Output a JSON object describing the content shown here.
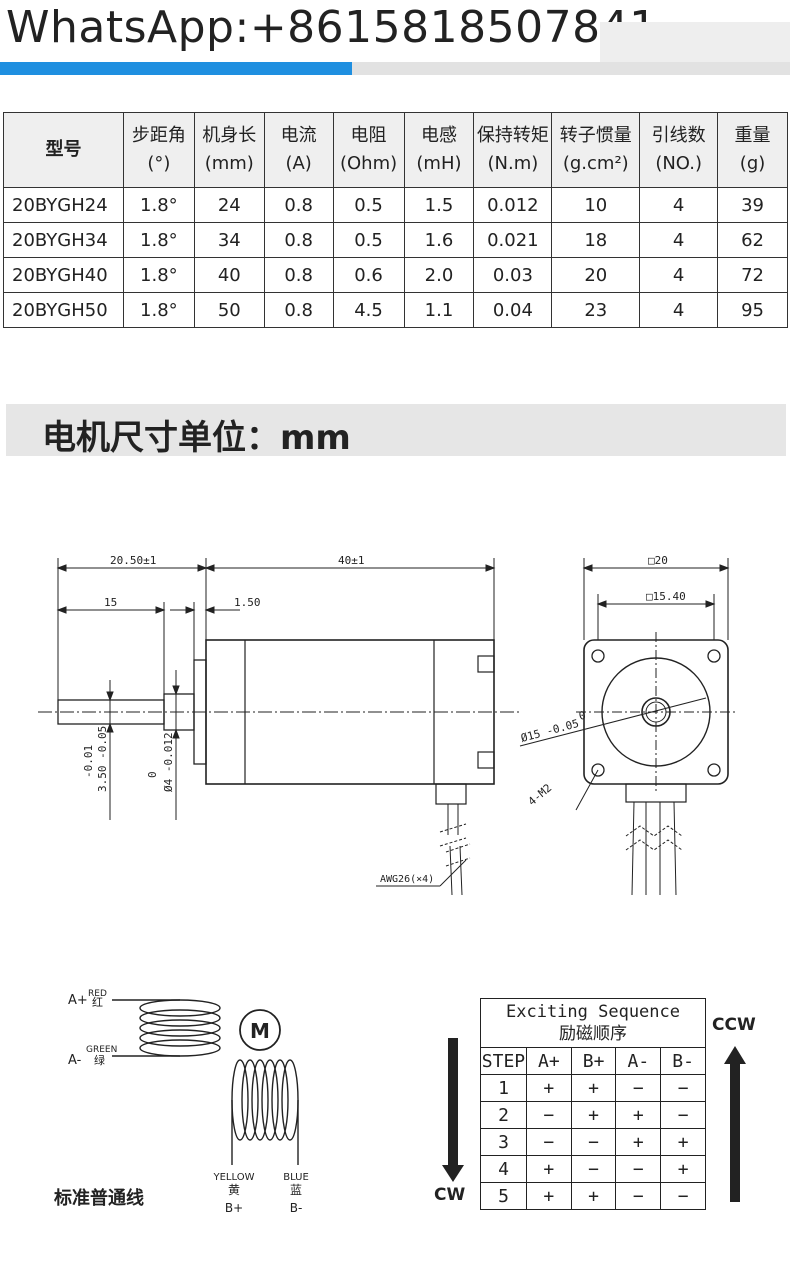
{
  "header": {
    "title": "WhatsApp:+8615818507841",
    "colors": {
      "accent": "#1f8fe0",
      "bar_gray": "#e2e2e2"
    }
  },
  "specs": {
    "columns": [
      {
        "name": "型号",
        "unit": ""
      },
      {
        "name": "步距角",
        "unit": "(°)"
      },
      {
        "name": "机身长",
        "unit": "(mm)"
      },
      {
        "name": "电流",
        "unit": "(A)"
      },
      {
        "name": "电阻",
        "unit": "(Ohm)"
      },
      {
        "name": "电感",
        "unit": "(mH)"
      },
      {
        "name": "保持转矩",
        "unit": "(N.m)"
      },
      {
        "name": "转子惯量",
        "unit": "(g.cm²)"
      },
      {
        "name": "引线数",
        "unit": "(NO.)"
      },
      {
        "name": "重量",
        "unit": "(g)"
      }
    ],
    "rows": [
      [
        "20BYGH24",
        "1.8°",
        "24",
        "0.8",
        "0.5",
        "1.5",
        "0.012",
        "10",
        "4",
        "39"
      ],
      [
        "20BYGH34",
        "1.8°",
        "34",
        "0.8",
        "0.5",
        "1.6",
        "0.021",
        "18",
        "4",
        "62"
      ],
      [
        "20BYGH40",
        "1.8°",
        "40",
        "0.8",
        "0.6",
        "2.0",
        "0.03",
        "20",
        "4",
        "72"
      ],
      [
        "20BYGH50",
        "1.8°",
        "50",
        "0.8",
        "4.5",
        "1.1",
        "0.04",
        "23",
        "4",
        "95"
      ]
    ]
  },
  "section": {
    "title": "电机尺寸单位：mm"
  },
  "drawing": {
    "dim_total": "20.50±1",
    "dim_body": "40±1",
    "dim_shaft": "15",
    "dim_flange": "1.50",
    "dim_flat_top": "-0.01",
    "dim_flat_bottom": "3.50 -0.05",
    "dim_shaft_dia_top": "0",
    "dim_shaft_dia": "Ø4 -0.012",
    "dim_square": "□20",
    "dim_hole_spacing": "□15.40",
    "dim_boss_top": "0",
    "dim_boss": "Ø15 -0.05",
    "dim_screws": "4-M2",
    "dim_wire": "AWG26(×4)"
  },
  "wiring": {
    "a_plus": "A+",
    "a_plus_en": "RED",
    "a_plus_cn": "红",
    "a_minus": "A-",
    "a_minus_en": "GREEN",
    "a_minus_cn": "绿",
    "b_plus_en": "YELLOW",
    "b_plus_cn": "黄",
    "b_plus": "B+",
    "b_minus_en": "BLUE",
    "b_minus_cn": "蓝",
    "b_minus": "B-",
    "motor": "M",
    "caption": "标准普通线"
  },
  "sequence": {
    "title_en": "Exciting Sequence",
    "title_cn": "励磁顺序",
    "headers": [
      "STEP",
      "A+",
      "B+",
      "A-",
      "B-"
    ],
    "rows": [
      [
        "1",
        "+",
        "+",
        "−",
        "−"
      ],
      [
        "2",
        "−",
        "+",
        "+",
        "−"
      ],
      [
        "3",
        "−",
        "−",
        "+",
        "+"
      ],
      [
        "4",
        "+",
        "−",
        "−",
        "+"
      ],
      [
        "5",
        "+",
        "+",
        "−",
        "−"
      ]
    ],
    "cw": "CW",
    "ccw": "CCW"
  }
}
